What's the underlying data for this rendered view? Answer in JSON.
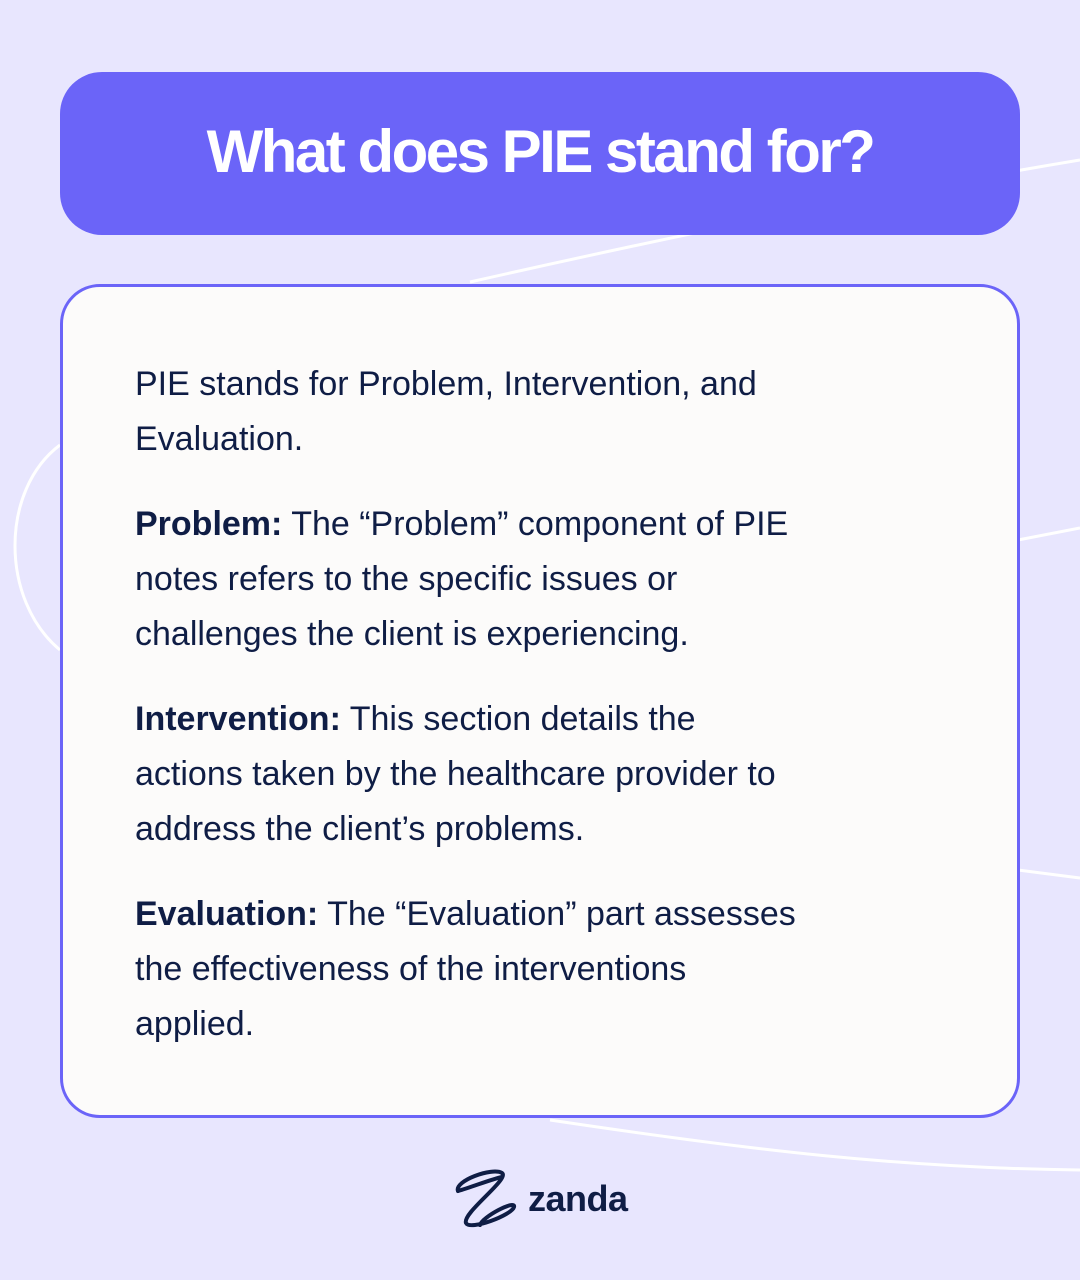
{
  "header": {
    "title": "What does PIE stand for?"
  },
  "content": {
    "intro": "PIE stands for Problem, Intervention, and\nEvaluation.",
    "sections": [
      {
        "term": "Problem:",
        "text": " The “Problem” component of PIE\nnotes refers to the specific issues or\nchallenges the client is experiencing."
      },
      {
        "term": "Intervention:",
        "text": " This section details the\nactions taken by the healthcare provider to\naddress the client’s problems."
      },
      {
        "term": "Evaluation:",
        "text": " The “Evaluation” part assesses\nthe effectiveness of the interventions\napplied."
      }
    ]
  },
  "brand": {
    "name": "zanda",
    "icon": "zanda-scribble-icon"
  },
  "colors": {
    "background": "#E8E6FE",
    "accent": "#6B64F8",
    "text": "#0F1D45",
    "card": "#FCFBFA"
  }
}
